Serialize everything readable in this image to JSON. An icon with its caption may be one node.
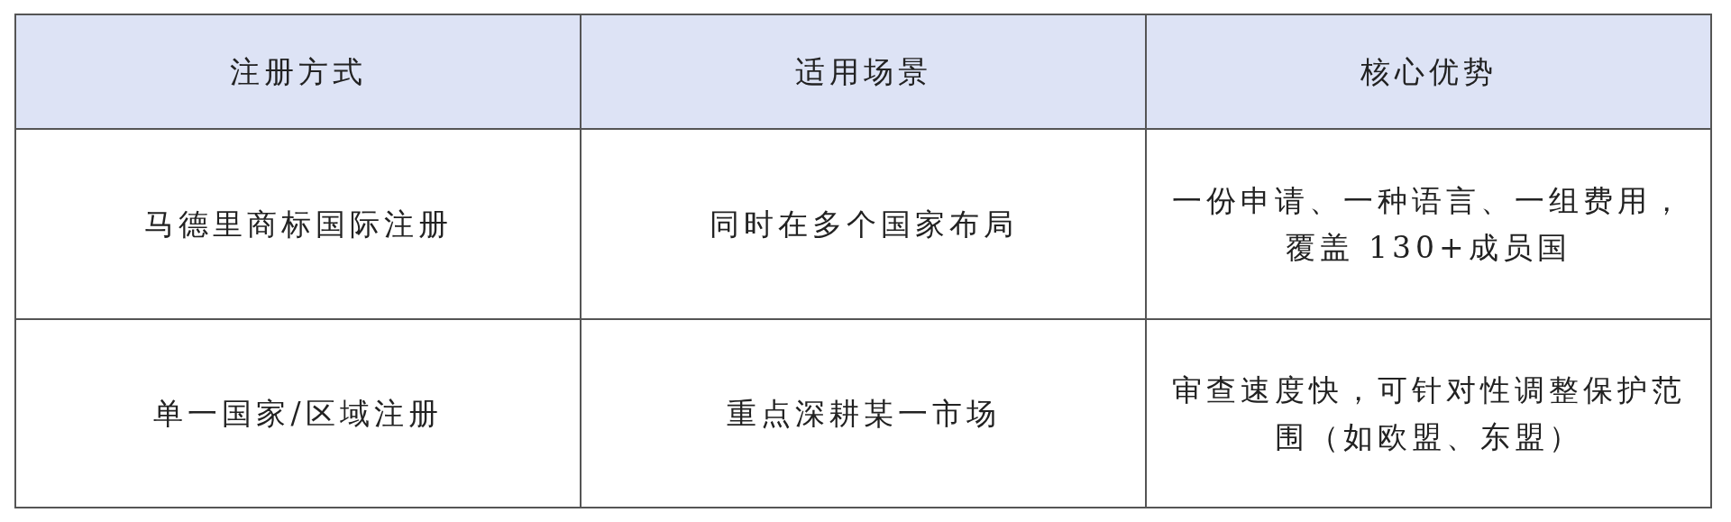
{
  "diagram": {
    "labels": [
      "注册方式",
      "适用场景",
      "核心优势",
      "马德里商标国际注册",
      "同时在多个国家布局",
      "一份申请、一种语言、一组费用，覆盖 130+成员国",
      "单一国家/区域注册",
      "重点深耕某一市场",
      "审查速度快，可针对性调整保护范围（如欧盟、东盟）"
    ]
  }
}
